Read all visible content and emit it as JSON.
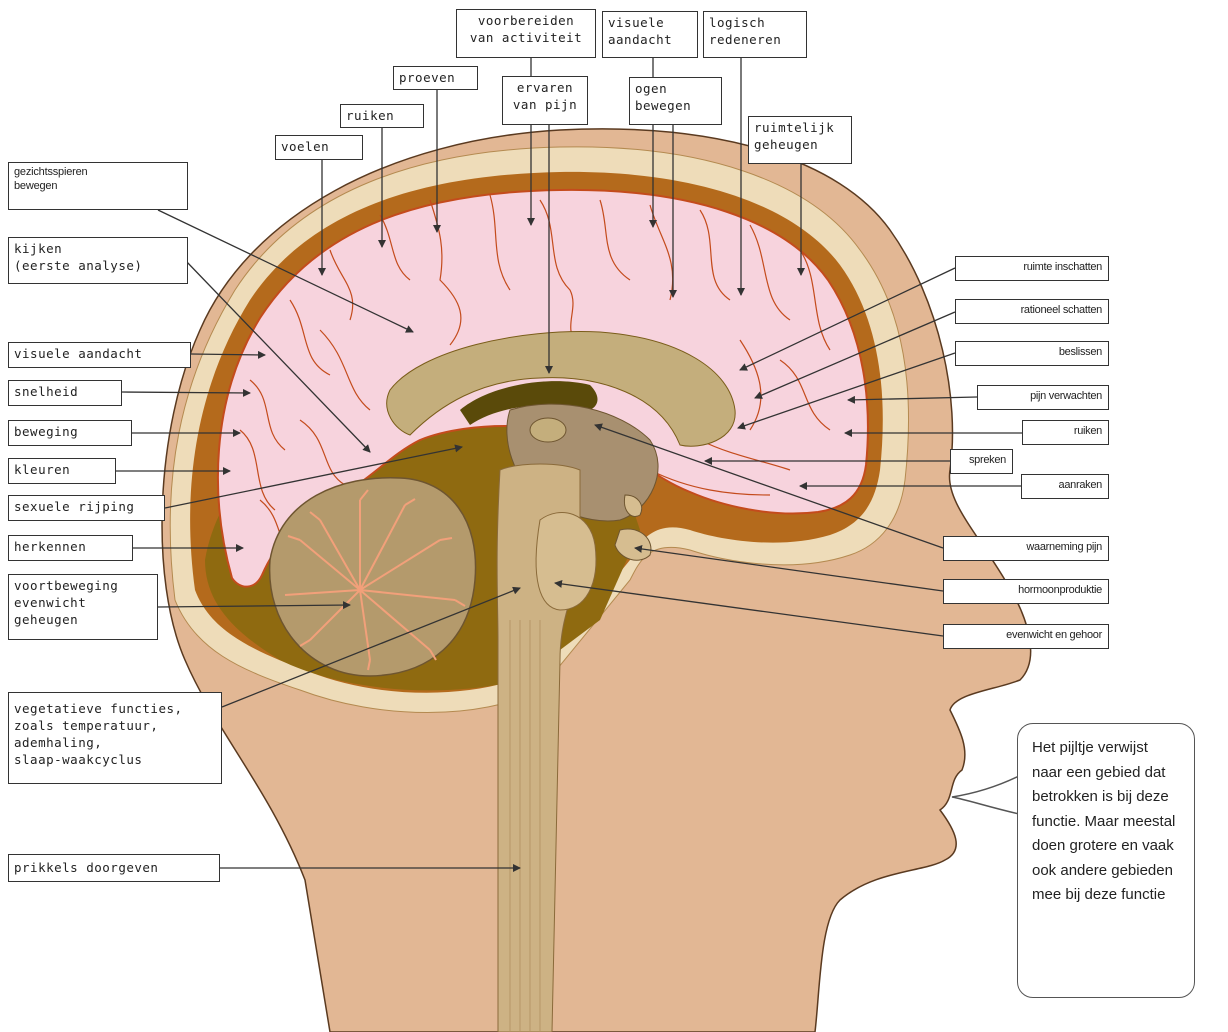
{
  "labels_top": {
    "voorbereiden": "voorbereiden\nvan activiteit",
    "visuele_aandacht_top": "visuele\naandacht",
    "logisch": "logisch\nredeneren",
    "proeven": "proeven",
    "ervaren": "ervaren\nvan pijn",
    "ogen": "ogen\nbewegen",
    "ruiken_top": "ruiken",
    "ruimtelijk": "ruimtelijk\ngeheugen",
    "voelen": "voelen"
  },
  "labels_left": {
    "gezichtsspieren": "gezichtsspieren\nbewegen",
    "kijken": "kijken\n(eerste analyse)",
    "visuele_aandacht": "visuele aandacht",
    "snelheid": "snelheid",
    "beweging": "beweging",
    "kleuren": "kleuren",
    "sexuele": "sexuele rijping",
    "herkennen": "herkennen",
    "voortbeweging": "voortbeweging\nevenwicht\ngeheugen",
    "vegetatieve": "vegetatieve functies,\nzoals temperatuur,\nademhaling,\nslaap-waakcyclus",
    "prikkels": "prikkels doorgeven"
  },
  "labels_right": {
    "ruimte": "ruimte inschatten",
    "rationeel": "rationeel schatten",
    "beslissen": "beslissen",
    "pijn_verwachten": "pijn verwachten",
    "ruiken": "ruiken",
    "spreken": "spreken",
    "aanraken": "aanraken",
    "waarneming": "waarneming pijn",
    "hormoon": "hormoonproduktie",
    "evenwicht": "evenwicht en gehoor"
  },
  "note": "Het pijltje verwijst naar een gebied dat betrokken is bij deze functie. Maar meestal doen grotere en vaak ook andere gebieden mee bij deze functie",
  "colors": {
    "skin": "#e2b794",
    "skull": "#eedcb9",
    "dura": "#b46a1c",
    "brain": "#f7d3dd",
    "vessels": "#c44b1c",
    "olive": "#8f6a10",
    "corpus": "#c4ae7c",
    "thalamus": "#a89070"
  }
}
